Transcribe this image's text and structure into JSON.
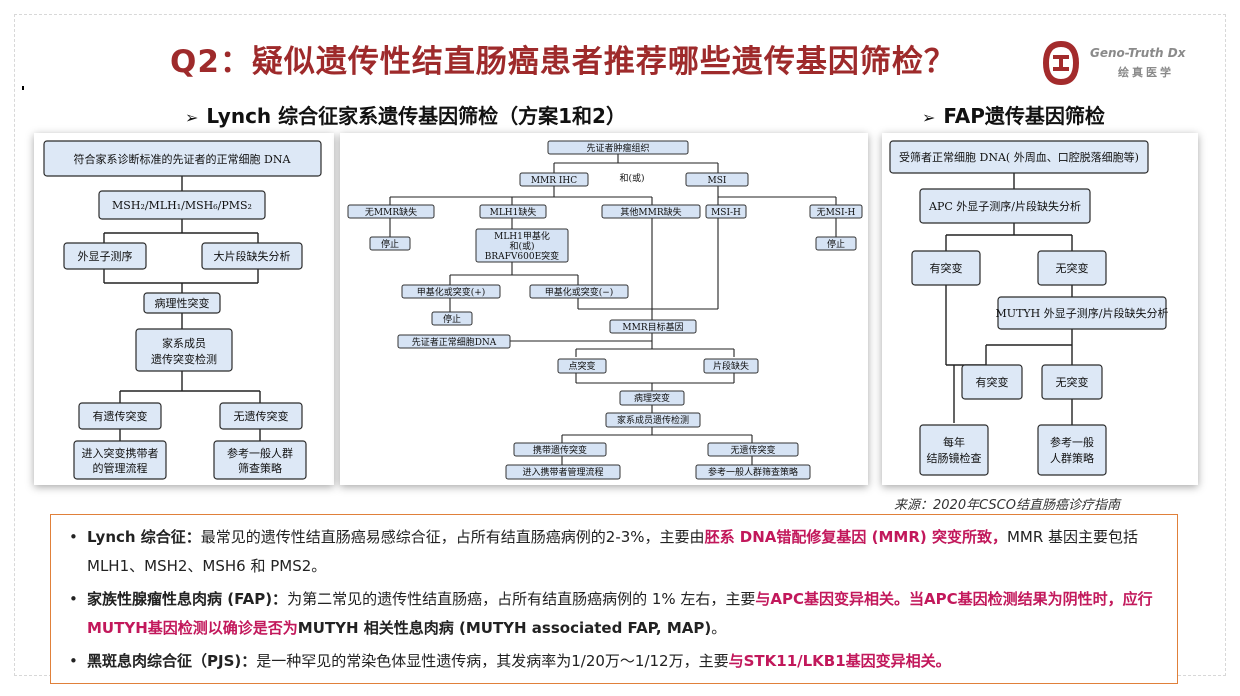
{
  "title": "Q2：疑似遗传性结直肠癌患者推荐哪些遗传基因筛检？",
  "logo": {
    "en": "Geno-Truth Dx",
    "cn": "绘真医学"
  },
  "subtitles": {
    "lynch": "Lynch 综合征家系遗传基因筛检（方案1和2）",
    "fap": "FAP遗传基因筛检"
  },
  "diagram_a": {
    "n1": "符合家系诊断标准的先证者的正常细胞 DNA",
    "n2": "MSH₂/MLH₁/MSH₆/PMS₂",
    "n3": "外显子测序",
    "n4": "大片段缺失分析",
    "n5": "病理性突变",
    "n6a": "家系成员",
    "n6b": "遗传突变检测",
    "n7": "有遗传突变",
    "n8": "无遗传突变",
    "n9a": "进入突变携带者",
    "n9b": "的管理流程",
    "n10a": "参考一般人群",
    "n10b": "筛查策略"
  },
  "diagram_b": {
    "top": "先证者肿瘤组织",
    "ihc": "MMR IHC",
    "and": "和(或)",
    "msi": "MSI",
    "no_mmr": "无MMR缺失",
    "mlh1": "MLH1缺失",
    "other_mmr": "其他MMR缺失",
    "msih": "MSI-H",
    "no_msih": "无MSI-H",
    "stop1": "停止",
    "stop2": "停止",
    "meth_a": "MLH1甲基化",
    "meth_b": "和(或)",
    "meth_c": "BRAFV600E突变",
    "meth_pos": "甲基化或突变(+)",
    "meth_neg": "甲基化或突变(−)",
    "stop3": "停止",
    "mmr_target": "MMR目标基因",
    "normal_dna": "先证者正常细胞DNA",
    "point": "点突变",
    "fragment": "片段缺失",
    "patho": "病理突变",
    "family": "家系成员遗传检测",
    "carrier": "携带遗传突变",
    "noncarrier": "无遗传突变",
    "carrier_mgmt": "进入携带者管理流程",
    "general": "参考一般人群筛查策略"
  },
  "diagram_c": {
    "n1": "受筛者正常细胞 DNA( 外周血、口腔脱落细胞等)",
    "n2": "APC 外显子测序/片段缺失分析",
    "n3": "有突变",
    "n4": "无突变",
    "n5": "MUTYH  外显子测序/片段缺失分析",
    "n6": "有突变",
    "n7": "无突变",
    "n8a": "每年",
    "n8b": "结肠镜检查",
    "n9a": "参考一般",
    "n9b": "人群策略"
  },
  "source": "来源：2020年CSCO结直肠癌诊疗指南",
  "bullets": [
    {
      "head": "Lynch 综合征：",
      "t1": "最常见的遗传性结直肠癌易感综合征，占所有结直肠癌病例的2-3%，主要由",
      "r1": "胚系 DNA错配修复基因 (MMR) 突变所致，",
      "t2": "MMR 基因主要包括 MLH1、MSH2、MSH6 和 PMS2。"
    },
    {
      "head": "家族性腺瘤性息肉病 (FAP)：",
      "t1": "为第二常见的遗传性结直肠癌，占所有结直肠癌病例的 1% 左右，主要",
      "r1": "与APC基因变异相关。当APC基因检测结果为阴性时，应行MUTYH基因检测以确诊是否为",
      "b1": "MUTYH 相关性息肉病 (MUTYH associated FAP, MAP)",
      "t2": "。"
    },
    {
      "head": "黑斑息肉综合征（PJS)：",
      "t1": "是一种罕见的常染色体显性遗传病，其发病率为1/20万～1/12万，主要",
      "r1": "与STK11/LKB1基因变异相关。"
    }
  ],
  "colors": {
    "title": "#9e2a2b",
    "highlight": "#c2185b",
    "box_fill": "#dde8f6",
    "frame": "#e0803a"
  }
}
